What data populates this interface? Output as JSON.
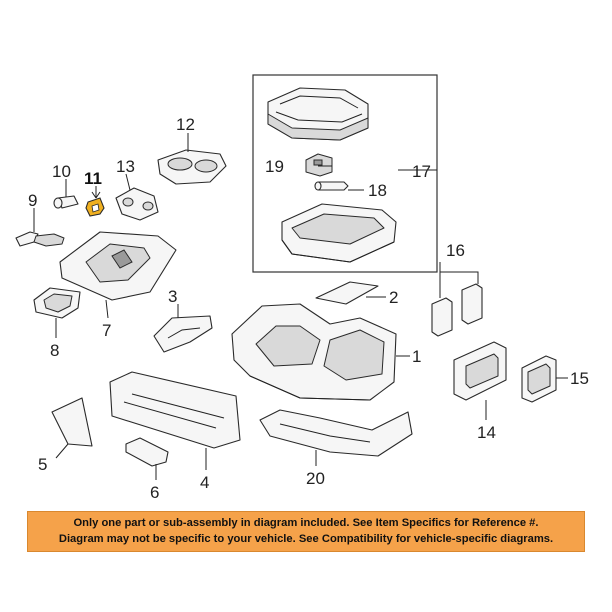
{
  "callouts": {
    "c1": "1",
    "c2": "2",
    "c3": "3",
    "c4": "4",
    "c5": "5",
    "c6": "6",
    "c7": "7",
    "c8": "8",
    "c9": "9",
    "c10": "10",
    "c11": "11",
    "c12": "12",
    "c13": "13",
    "c14": "14",
    "c15": "15",
    "c16": "16",
    "c17": "17",
    "c18": "18",
    "c19": "19",
    "c20": "20"
  },
  "disclaimer": {
    "line1": "Only one part or sub-assembly in diagram included. See Item Specifics for Reference #.",
    "line2": "Diagram may not be specific to your vehicle. See Compatibility for vehicle-specific diagrams."
  },
  "colors": {
    "banner": "#f5a24a",
    "highlight": "#f0b020"
  }
}
